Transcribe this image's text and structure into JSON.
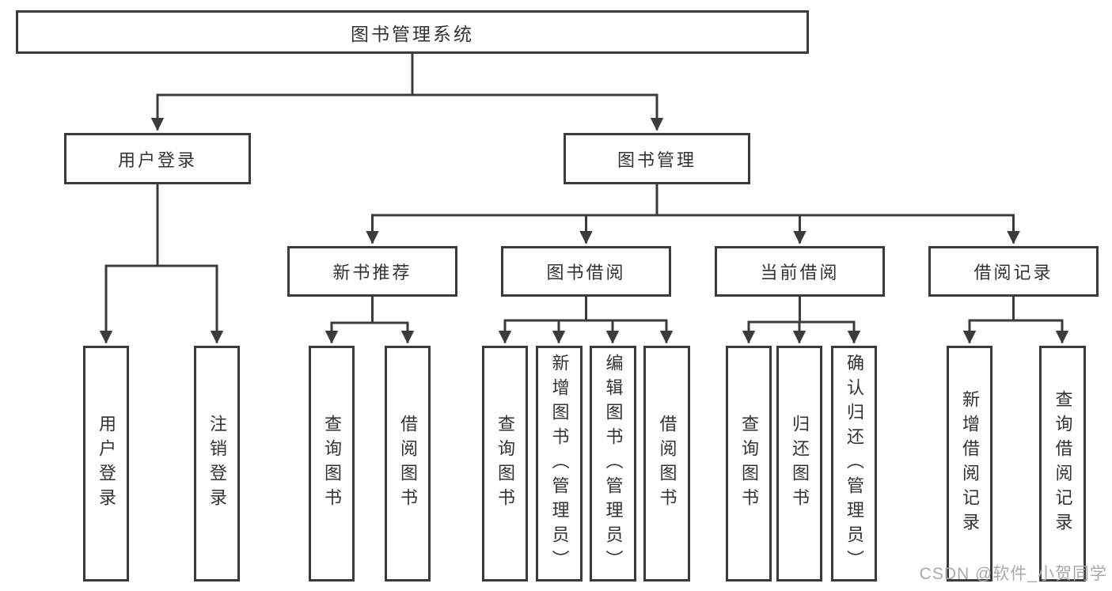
{
  "tree": {
    "root": "图书管理系统",
    "user_login": {
      "label": "用户登录",
      "children": [
        "用户登录",
        "注销登录"
      ]
    },
    "book_mgmt": {
      "label": "图书管理",
      "children": [
        {
          "label": "新书推荐",
          "children": [
            "查询图书",
            "借阅图书"
          ]
        },
        {
          "label": "图书借阅",
          "children": [
            "查询图书",
            "新增图书（管理员）",
            "编辑图书（管理员）",
            "借阅图书"
          ]
        },
        {
          "label": "当前借阅",
          "children": [
            "查询图书",
            "归还图书",
            "确认归还（管理员）"
          ]
        },
        {
          "label": "借阅记录",
          "children": [
            "新增借阅记录",
            "查询借阅记录"
          ]
        }
      ]
    }
  },
  "watermark": "CSDN @软件_小贺同学",
  "colors": {
    "line": "#3b3b3b",
    "border": "#3b3b3b",
    "text": "#333333",
    "watermark": "#a8a8a8",
    "background": "#ffffff"
  }
}
